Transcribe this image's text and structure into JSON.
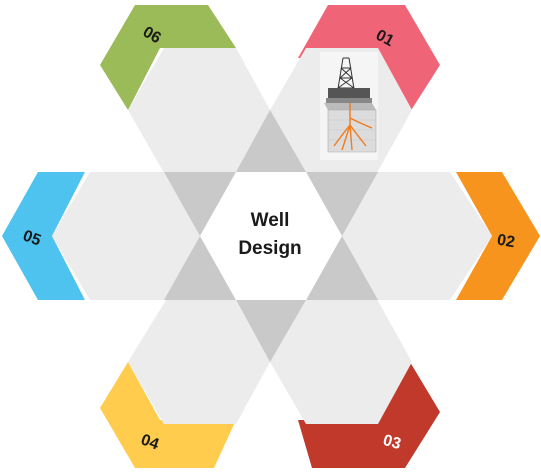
{
  "center": {
    "line1": "Well",
    "line2": "Design"
  },
  "segments": [
    {
      "number": "01",
      "color": "#f06478",
      "text_color": "#1a1a1a"
    },
    {
      "number": "02",
      "color": "#f7941d",
      "text_color": "#1a1a1a"
    },
    {
      "number": "03",
      "color": "#c0392b",
      "text_color": "#ffffff"
    },
    {
      "number": "04",
      "color": "#ffcc4d",
      "text_color": "#1a1a1a"
    },
    {
      "number": "05",
      "color": "#4fc3f0",
      "text_color": "#1a1a1a"
    },
    {
      "number": "06",
      "color": "#9bbb59",
      "text_color": "#1a1a1a"
    }
  ],
  "icons": [
    "drilling-rig-icon"
  ]
}
